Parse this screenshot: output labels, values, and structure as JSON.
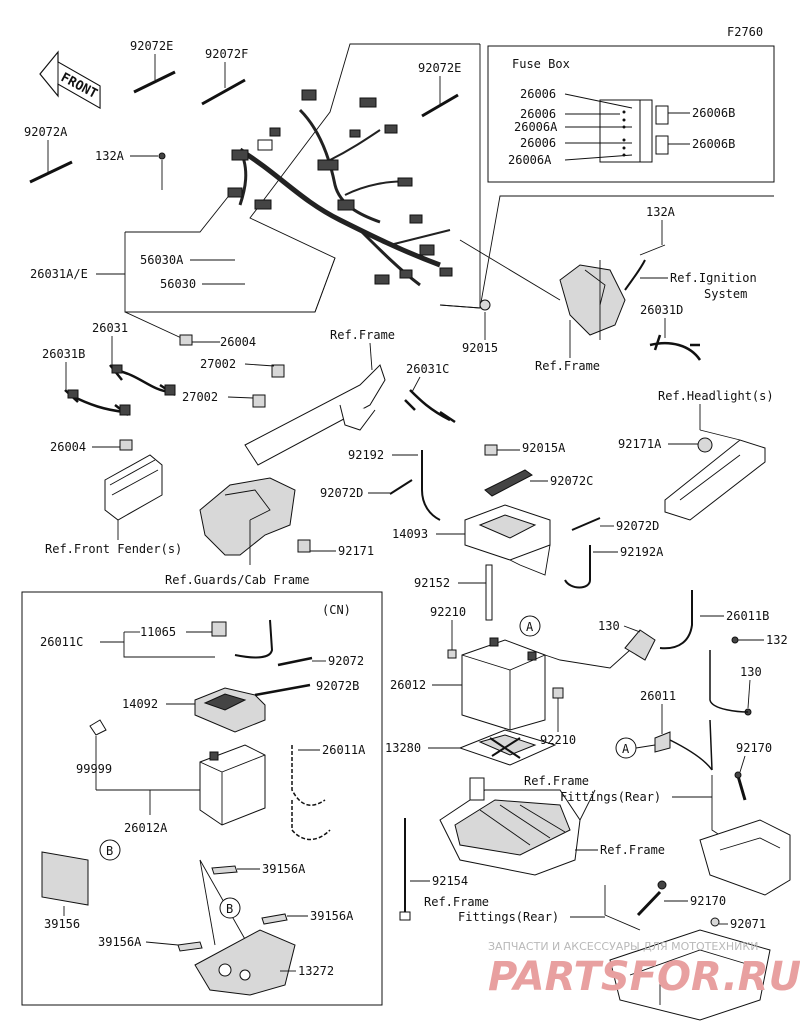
{
  "figure_code": "F2760",
  "front_label": "FRONT",
  "fuse_box": {
    "title": "Fuse Box",
    "left_labels": [
      "26006",
      "26006",
      "26006A",
      "26006",
      "26006A"
    ],
    "right_labels": [
      "26006B",
      "26006B"
    ]
  },
  "cn_label": "(CN)",
  "callout_a": "A",
  "callout_b": "B",
  "labels": {
    "p92072E_1": "92072E",
    "p92072F": "92072F",
    "p92072E_2": "92072E",
    "p92072A": "92072A",
    "p132A_1": "132A",
    "p26031AE": "26031A/E",
    "p56030A": "56030A",
    "p56030": "56030",
    "p26004_1": "26004",
    "p92015": "92015",
    "p132A_2": "132A",
    "ref_ignition_1": "Ref.Ignition",
    "ref_ignition_2": "System",
    "ref_frame_1": "Ref.Frame",
    "p26031D": "26031D",
    "p26031": "26031",
    "p26031B": "26031B",
    "p27002_1": "27002",
    "p27002_2": "27002",
    "ref_frame_2": "Ref.Frame",
    "p26031C": "26031C",
    "ref_headlight": "Ref.Headlight(s)",
    "p26004_2": "26004",
    "p92192": "92192",
    "p92015A": "92015A",
    "p92171A": "92171A",
    "p92072C": "92072C",
    "p92072D_1": "92072D",
    "p14093": "14093",
    "p92072D_2": "92072D",
    "ref_front_fender": "Ref.Front Fender(s)",
    "p92171": "92171",
    "p92192A": "92192A",
    "ref_guards": "Ref.Guards/Cab Frame",
    "p92152": "92152",
    "p26011B": "26011B",
    "p11065": "11065",
    "p26011C": "26011C",
    "p92072_cn": "92072",
    "p92072B": "92072B",
    "p14092": "14092",
    "p26011A": "26011A",
    "p99999": "99999",
    "p26012A": "26012A",
    "p39156": "39156",
    "p39156A_1": "39156A",
    "p39156A_2": "39156A",
    "p39156A_3": "39156A",
    "p13272": "13272",
    "p92210_1": "92210",
    "p26012": "26012",
    "p92210_2": "92210",
    "p13280": "13280",
    "p130_1": "130",
    "p132": "132",
    "p130_2": "130",
    "p26011": "26011",
    "p92170_1": "92170",
    "ref_frame_fit_1a": "Ref.Frame",
    "ref_frame_fit_1b": "Fittings(Rear)",
    "ref_frame_3": "Ref.Frame",
    "p92154": "92154",
    "ref_frame_fit_2a": "Ref.Frame",
    "ref_frame_fit_2b": "Fittings(Rear)",
    "p92170_2": "92170",
    "p92071": "92071"
  },
  "watermark": {
    "line1": "ЗАПЧАСТИ И АКСЕССУАРЫ ДЛЯ МОТОТЕХНИКИ",
    "line2": "PARTSFOR.RU"
  }
}
